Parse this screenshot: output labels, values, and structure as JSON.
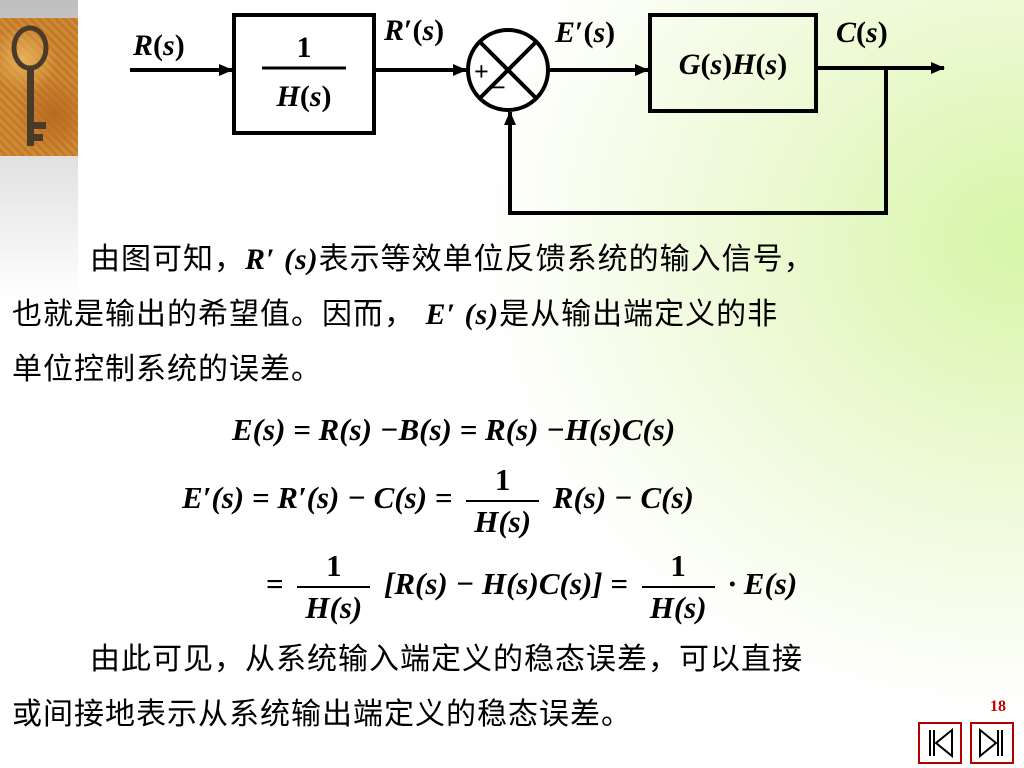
{
  "diagram": {
    "input_signal": {
      "main": "R",
      "arg": "s"
    },
    "prefilter_block": {
      "numerator": "1",
      "denominator": {
        "main": "H",
        "arg": "s"
      }
    },
    "filtered_signal": {
      "main": "R",
      "prime": "′",
      "arg": "s"
    },
    "summing_junction": {
      "plus": "+",
      "minus": "−"
    },
    "error_signal": {
      "main": "E",
      "prime": "′",
      "arg": "s"
    },
    "forward_block": {
      "a": "G",
      "b": "H",
      "arg": "s"
    },
    "output_signal": {
      "main": "C",
      "arg": "s"
    }
  },
  "para1": {
    "t1": "由图可知，",
    "sym_main": "R′ ",
    "sym_arg": "(s)",
    "t2": "表示等效单位反馈系统的输入信号，",
    "line2_a": "也就是输出的希望值。因而，",
    "sym2_main": "E′ ",
    "sym2_arg": "(s)",
    "line2_b": "是从输出端定义的非",
    "line3": "单位控制系统的误差。"
  },
  "equations": {
    "eq1": "E(s) = R(s) −B(s) = R(s) −H(s)C(s)",
    "eq2_lhs": "E′(s) = R′(s) − C(s) =",
    "eq2_num": "1",
    "eq2_den": "H(s)",
    "eq2_rhs": "R(s) − C(s)",
    "eq3_eq": "=",
    "eq3_num": "1",
    "eq3_den": "H(s)",
    "eq3_mid": "[R(s) − H(s)C(s)] =",
    "eq3_num2": "1",
    "eq3_den2": "H(s)",
    "eq3_end": "· E(s)"
  },
  "para2": {
    "line1": "由此可见，从系统输入端定义的稳态误差，可以直接",
    "line2": "或间接地表示从系统输出端定义的稳态误差。"
  },
  "page_number": "18",
  "colors": {
    "accent": "#c00000",
    "nav_border": "#b40000"
  },
  "nav": {
    "prev_icon": "first-page-icon",
    "next_icon": "last-page-icon"
  }
}
